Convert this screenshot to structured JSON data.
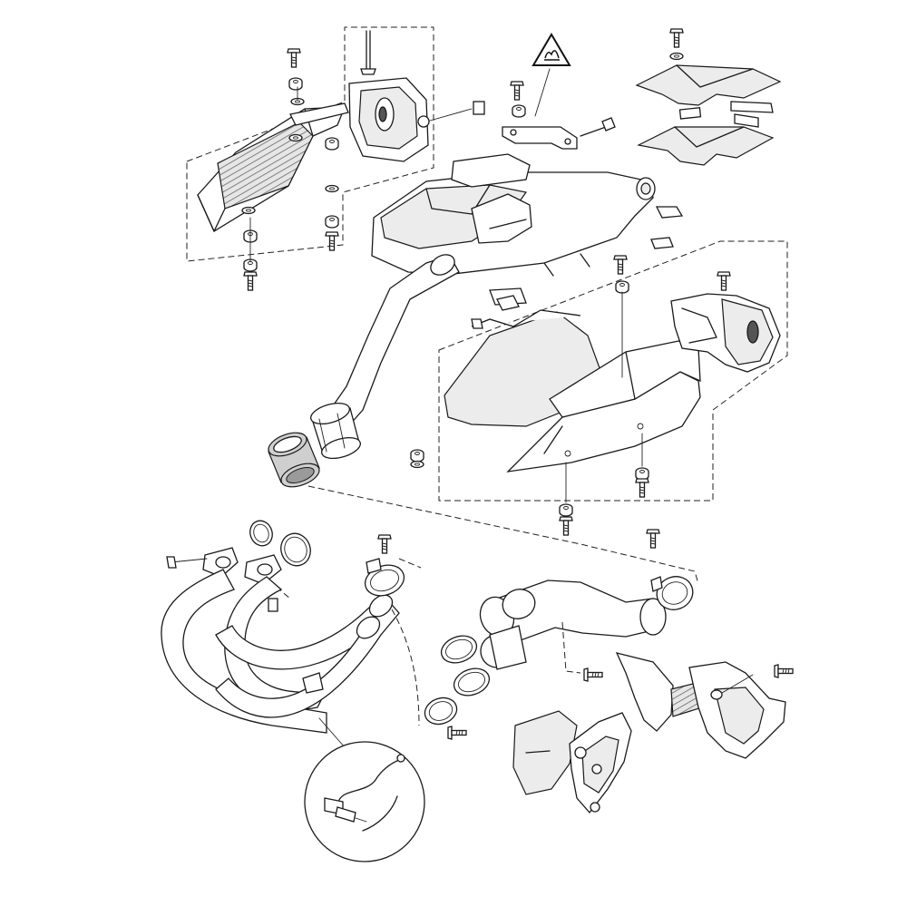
{
  "diagram": {
    "kind": "exploded-parts-view",
    "warning_icon": "hot-surface-warning-icon",
    "groups": [
      {
        "id": "heat-shield-upper-left"
      },
      {
        "id": "muffler-body"
      },
      {
        "id": "top-cover-plates"
      },
      {
        "id": "silencer-heat-shield-right"
      },
      {
        "id": "connection-pipe-and-sleeve"
      },
      {
        "id": "exhaust-headers"
      },
      {
        "id": "catalyst-collector"
      },
      {
        "id": "lambda-sensor-detail"
      },
      {
        "id": "lower-guards"
      }
    ]
  }
}
